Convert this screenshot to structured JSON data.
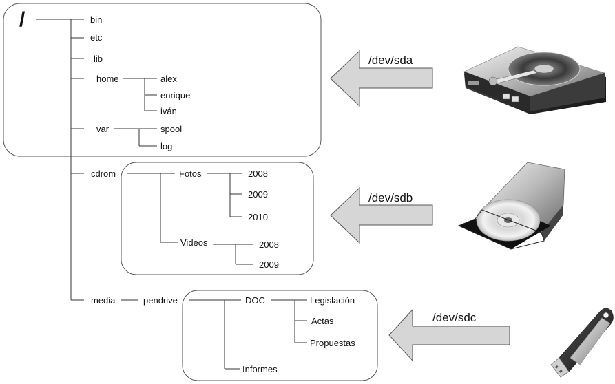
{
  "tree": {
    "root": "/",
    "bin": "bin",
    "etc": "etc",
    "lib": "lib",
    "home": "home",
    "alex": "alex",
    "enrique": "enrique",
    "ivan": "iván",
    "var": "var",
    "spool": "spool",
    "log": "log",
    "cdrom": "cdrom",
    "fotos": "Fotos",
    "fotos_2008": "2008",
    "fotos_2009": "2009",
    "fotos_2010": "2010",
    "videos": "Videos",
    "videos_2008": "2008",
    "videos_2009": "2009",
    "media": "media",
    "pendrive": "pendrive",
    "doc": "DOC",
    "legislacion": "Legislación",
    "actas": "Actas",
    "propuestas": "Propuestas",
    "informes": "Informes"
  },
  "devices": {
    "sda": {
      "label": "/dev/sda",
      "icon": "hard-disk-icon"
    },
    "sdb": {
      "label": "/dev/sdb",
      "icon": "cdrom-drive-icon"
    },
    "sdc": {
      "label": "/dev/sdc",
      "icon": "usb-drive-icon"
    }
  }
}
